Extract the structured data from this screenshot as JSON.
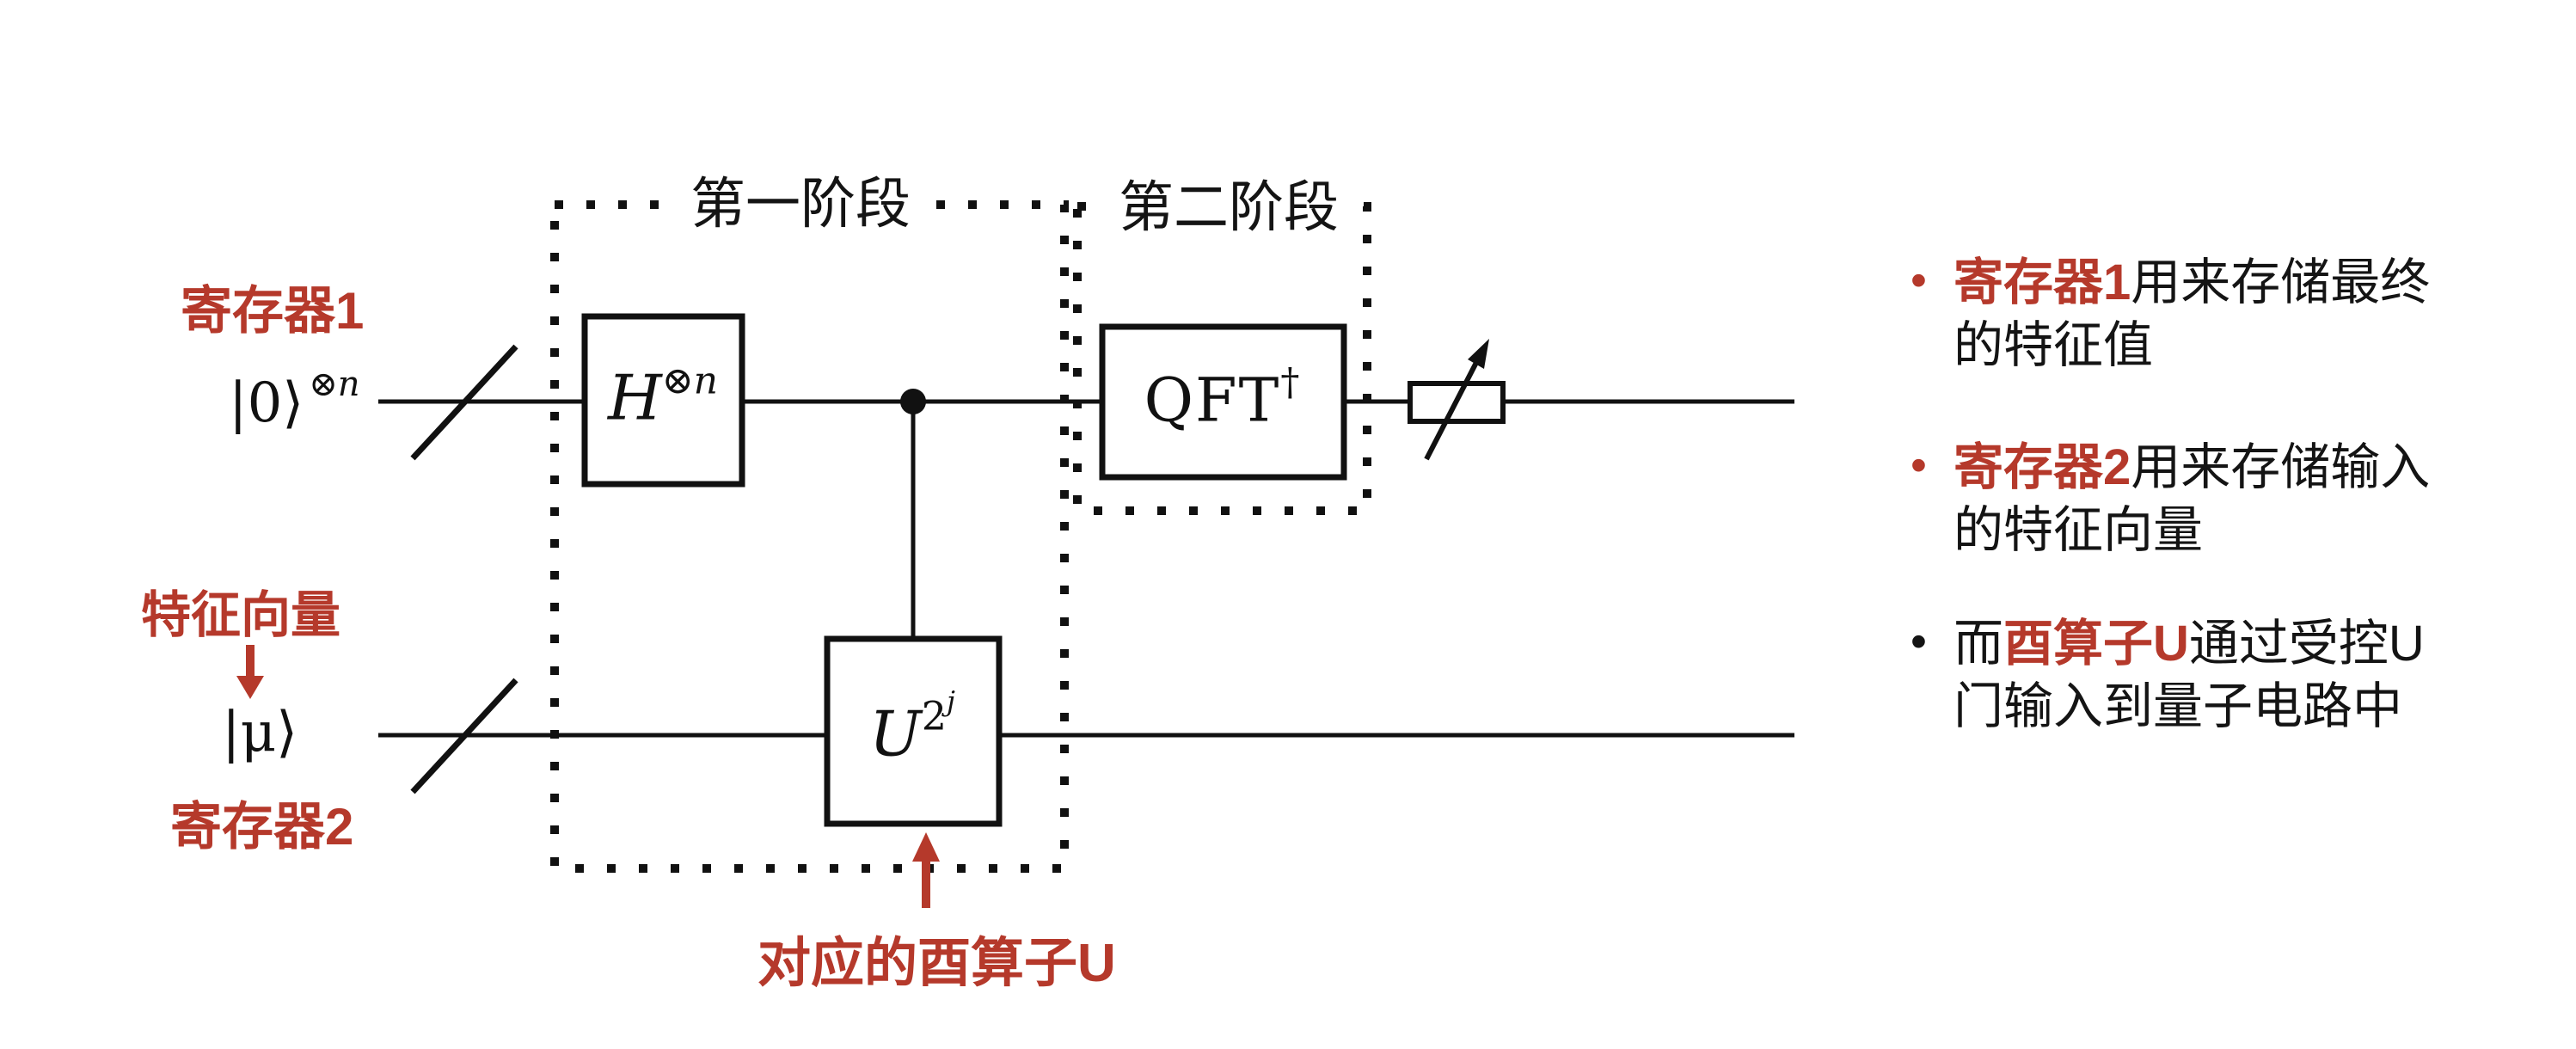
{
  "colors": {
    "red": "#b5392b",
    "ink": "#141414"
  },
  "stages": {
    "stage1": "第一阶段",
    "stage2": "第二阶段"
  },
  "left_labels": {
    "register1": "寄存器1",
    "eigenvector": "特征向量",
    "register2": "寄存器2"
  },
  "kets": {
    "ket0_base": "|0⟩",
    "ket0_sup_symbol": "⊗",
    "ket0_sup_var": "n",
    "ketmu_open": "|",
    "ketmu_var": "μ",
    "ketmu_close": "⟩"
  },
  "gates": {
    "h_base": "H",
    "h_sup_symbol": "⊗",
    "h_sup_var": "n",
    "u_base": "U",
    "u_exp_base": "2",
    "u_exp_exp": "j",
    "qft_base": "QFT",
    "qft_sup": "†"
  },
  "unitary_note": "对应的酉算子U",
  "bullets": [
    {
      "marker": "•",
      "marker_color": "#b5392b",
      "pre": "",
      "em": "寄存器1",
      "post": "用来存储最终的特征值"
    },
    {
      "marker": "•",
      "marker_color": "#b5392b",
      "pre": "",
      "em": "寄存器2",
      "post": "用来存储输入的特征向量"
    },
    {
      "marker": "•",
      "marker_color": "#141414",
      "pre": "而",
      "em": "酉算子U",
      "post": "通过受控U门输入到量子电路中"
    }
  ]
}
